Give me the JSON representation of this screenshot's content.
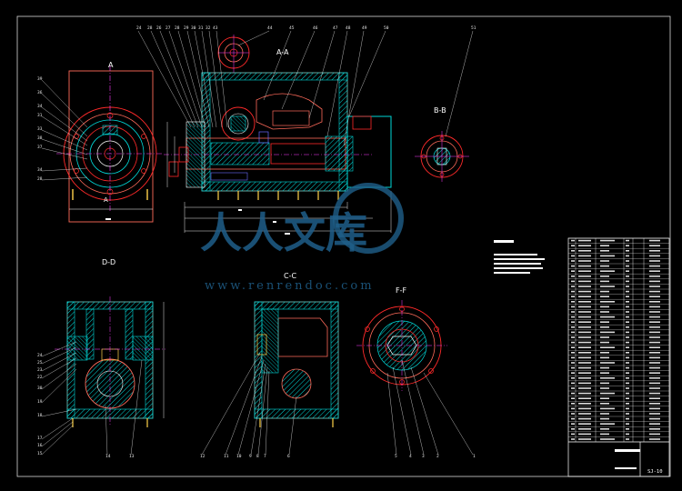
{
  "views": {
    "a_a": "A-A",
    "a_left": "A",
    "b_b": "B-B",
    "d_d": "D-D",
    "c_c": "C-C",
    "f_f": "F-F"
  },
  "watermark": {
    "brand": "人人文库",
    "url": "www.renrendoc.com"
  },
  "title_block": {
    "drawing_code": "SJ-10"
  },
  "colors": {
    "housing": "#ff6a5a",
    "gear": "#ff2a2a",
    "hatch": "#00d8d8",
    "centerline": "#ff3cff",
    "dimension": "#ffffff",
    "shaft": "#ffd24a",
    "blue": "#6a6aff"
  },
  "balloon_numbers_top": [
    "24",
    "28",
    "26",
    "27",
    "28",
    "29",
    "30",
    "31",
    "32",
    "43",
    "44",
    "45",
    "46",
    "47",
    "48",
    "49",
    "50",
    "51"
  ],
  "balloon_numbers_left_a": [
    "39",
    "36",
    "34",
    "31",
    "33",
    "38",
    "37",
    "34",
    "28"
  ],
  "balloon_numbers_left_d": [
    "24",
    "25",
    "23",
    "22",
    "30",
    "19",
    "18",
    "17",
    "16",
    "15"
  ],
  "balloon_numbers_bottom": [
    "14",
    "13",
    "12",
    "11",
    "10",
    "9",
    "8",
    "7",
    "6",
    "5",
    "4",
    "3",
    "2",
    "1"
  ]
}
